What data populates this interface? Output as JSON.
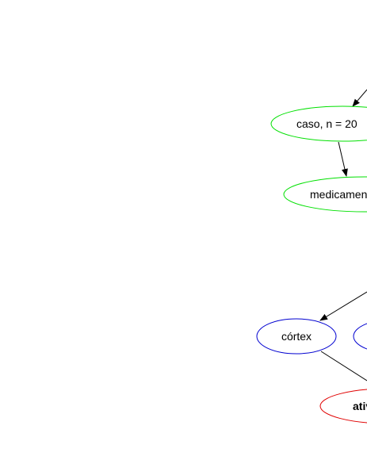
{
  "diagram": {
    "nodes": [
      {
        "id": "caso",
        "label": "caso, n = 20",
        "stroke": "#00e000"
      },
      {
        "id": "medicamento",
        "label": "medicamento",
        "stroke": "#00e000"
      },
      {
        "id": "cortex",
        "label": "córtex",
        "stroke": "#0000d0"
      },
      {
        "id": "blue2",
        "label": "",
        "stroke": "#0000d0"
      },
      {
        "id": "atividade",
        "label": "atividade",
        "stroke": "#e00000",
        "bold": true
      }
    ],
    "edges": [
      {
        "from": "offscreen-top",
        "to": "caso"
      },
      {
        "from": "caso",
        "to": "medicamento"
      },
      {
        "from": "offscreen-right",
        "to": "cortex"
      },
      {
        "from": "cortex",
        "to": "offscreen-bottom-right"
      }
    ],
    "colors": {
      "green": "#00e000",
      "blue": "#0000d0",
      "red": "#e00000",
      "edge": "#000000"
    }
  }
}
